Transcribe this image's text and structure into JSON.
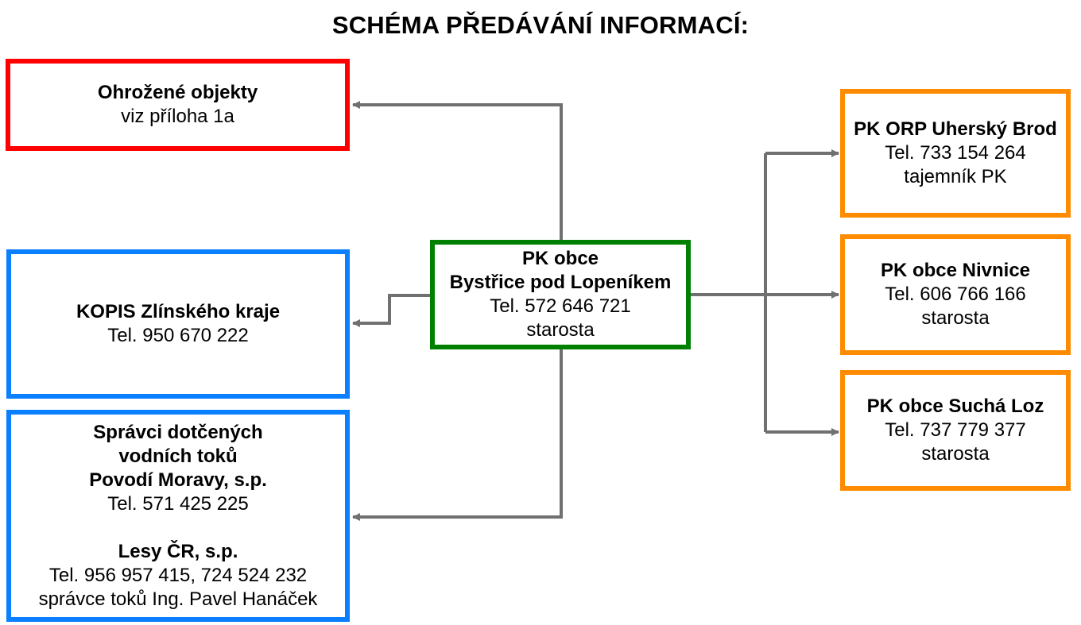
{
  "title": "SCHÉMA PŘEDÁVÁNÍ INFORMACÍ:",
  "colors": {
    "red": "#ff0000",
    "blue": "#0a7fff",
    "green": "#008000",
    "orange": "#ff8c00",
    "connector": "#707070"
  },
  "center": {
    "line1": "PK obce",
    "line2": "Bystřice pod Lopeníkem",
    "phone": "Tel. 572 646 721",
    "role": "starosta"
  },
  "threatened": {
    "title": "Ohrožené objekty",
    "note": "viz příloha 1a"
  },
  "kopis": {
    "title": "KOPIS Zlínského kraje",
    "phone": "Tel. 950 670 222"
  },
  "managers": {
    "title_line1": "Správci dotčených",
    "title_line2": "vodních toků",
    "org1": "Povodí Moravy, s.p.",
    "org1_phone": "Tel. 571 425 225",
    "org2": "Lesy ČR, s.p.",
    "org2_phone": "Tel. 956 957 415, 724 524 232",
    "org2_contact": "správce toků Ing. Pavel Hanáček"
  },
  "orp": {
    "title": "PK ORP Uherský Brod",
    "phone": "Tel. 733 154 264",
    "role": "tajemník PK"
  },
  "nivnice": {
    "title": "PK obce Nivnice",
    "phone": "Tel. 606 766 166",
    "role": "starosta"
  },
  "sucha_loz": {
    "title": "PK obce Suchá Loz",
    "phone": "Tel. 737 779 377",
    "role": "starosta"
  }
}
